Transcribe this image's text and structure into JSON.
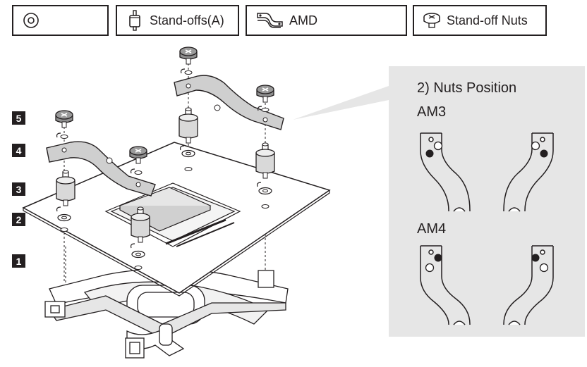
{
  "legend": [
    {
      "label": "",
      "icon": "circle-ring-icon"
    },
    {
      "label": "Stand-offs(A)",
      "icon": "standoff-icon"
    },
    {
      "label": "AMD",
      "icon": "amd-bracket-icon"
    },
    {
      "label": "Stand-off Nuts",
      "icon": "standoff-nut-icon"
    }
  ],
  "steps": [
    "5",
    "4",
    "3",
    "2",
    "1"
  ],
  "panel": {
    "title": "2) Nuts Position",
    "sections": [
      "AM3",
      "AM4"
    ]
  },
  "colors": {
    "panel_bg": "#e6e6e6",
    "line": "#231f20",
    "metal": "#c8c8c8",
    "standoff": "#d9d9d9"
  }
}
